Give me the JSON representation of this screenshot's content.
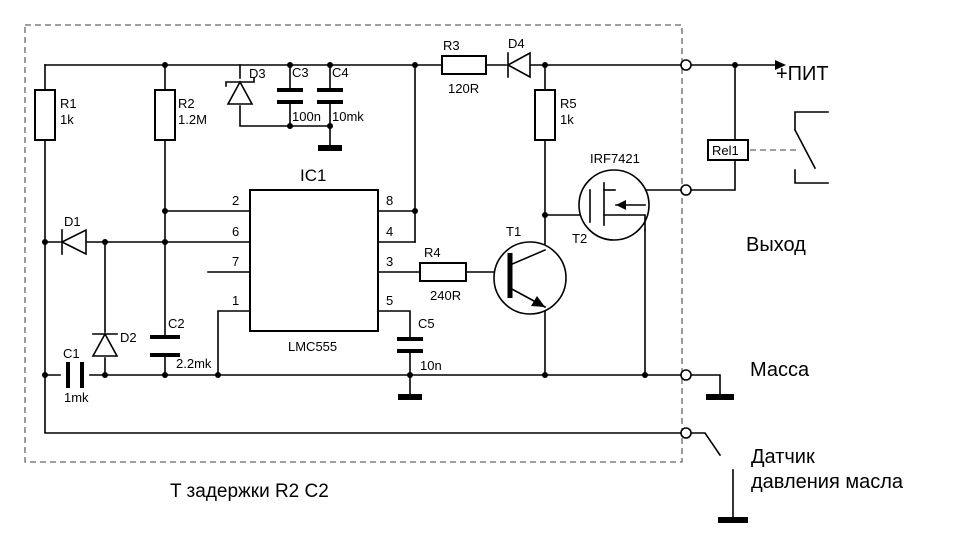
{
  "ic": {
    "name": "IC1",
    "part": "LMC555",
    "pins": [
      "2",
      "6",
      "7",
      "1",
      "8",
      "4",
      "3",
      "5"
    ]
  },
  "resistors": {
    "r1": {
      "ref": "R1",
      "value": "1k"
    },
    "r2": {
      "ref": "R2",
      "value": "1.2M"
    },
    "r3": {
      "ref": "R3",
      "value": "120R"
    },
    "r4": {
      "ref": "R4",
      "value": "240R"
    },
    "r5": {
      "ref": "R5",
      "value": "1k"
    }
  },
  "capacitors": {
    "c1": {
      "ref": "C1",
      "value": "1mk"
    },
    "c2": {
      "ref": "C2",
      "value": "2.2mk"
    },
    "c3": {
      "ref": "C3",
      "value": "100n"
    },
    "c4": {
      "ref": "C4",
      "value": "10mk"
    },
    "c5": {
      "ref": "C5",
      "value": "10n"
    }
  },
  "diodes": {
    "d1": "D1",
    "d2": "D2",
    "d3": "D3",
    "d4": "D4"
  },
  "transistors": {
    "t1": "T1",
    "t2": "T2",
    "t2_part": "IRF7421"
  },
  "relay": "Rel1",
  "terminals": {
    "power": "+ПИТ",
    "output": "Выход",
    "ground": "Масса",
    "sensor_line1": "Датчик",
    "sensor_line2": "давления масла"
  },
  "note": "T задержки R2 C2"
}
